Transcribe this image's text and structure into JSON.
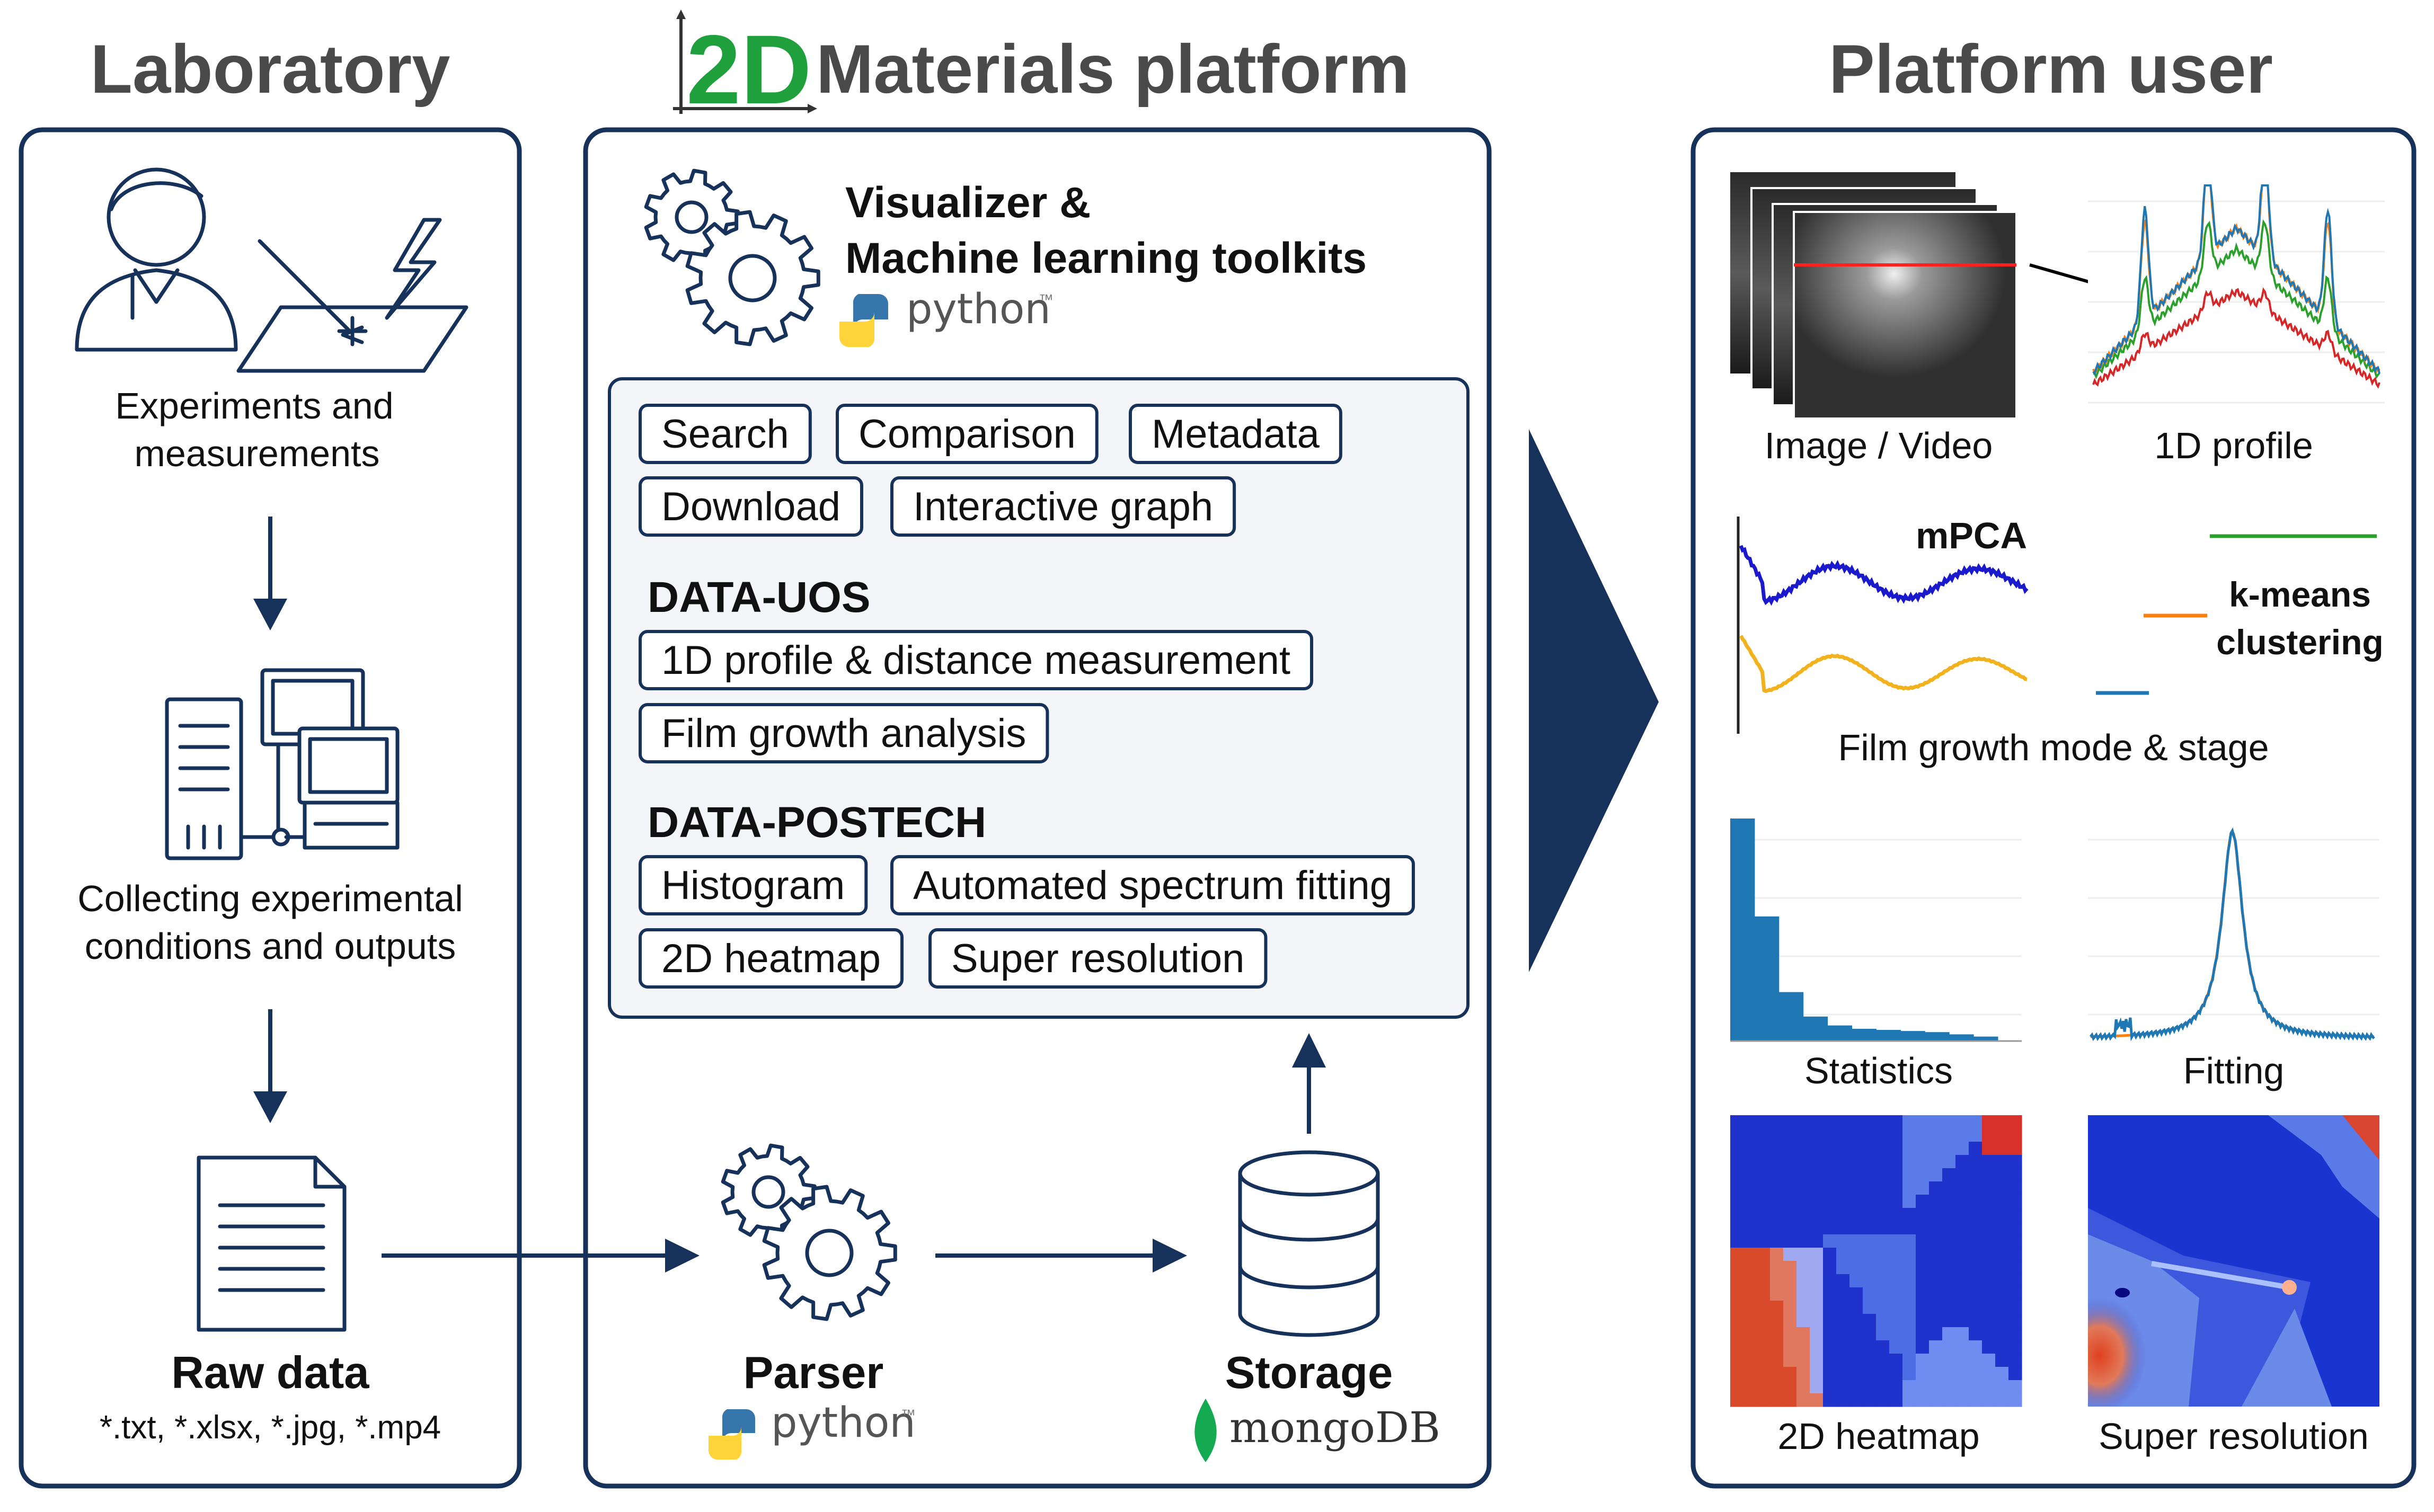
{
  "headers": {
    "laboratory": "Laboratory",
    "platform": "Materials platform",
    "platform_logo": "2D",
    "user": "Platform user"
  },
  "lab": {
    "experiments": [
      "Experiments and",
      "measurements"
    ],
    "collecting": [
      "Collecting experimental",
      "conditions and outputs"
    ],
    "raw_data": "Raw data",
    "extensions": "*.txt, *.xlsx, *.jpg, *.mp4"
  },
  "platform": {
    "toolkits": [
      "Visualizer &",
      "Machine learning toolkits"
    ],
    "python_label": "python",
    "buttons_row1": [
      "Search",
      "Comparison",
      "Metadata"
    ],
    "buttons_row2": [
      "Download",
      "Interactive graph"
    ],
    "section_uos": "DATA-UOS",
    "uos_buttons": [
      "1D profile & distance measurement",
      "Film growth analysis"
    ],
    "section_postech": "DATA-POSTECH",
    "postech_row1": [
      "Histogram",
      "Automated spectrum fitting"
    ],
    "postech_row2": [
      "2D heatmap",
      "Super resolution"
    ],
    "parser": "Parser",
    "storage": "Storage",
    "mongo_label": "mongoDB",
    "tm": "™",
    "reg": "."
  },
  "user": {
    "image_video": "Image / Video",
    "profile_1d": "1D profile",
    "mpca": "mPCA",
    "kmeans": [
      "k-means",
      "clustering"
    ],
    "film_growth": "Film growth mode & stage",
    "statistics": "Statistics",
    "fitting": "Fitting",
    "heatmap_2d": "2D heatmap",
    "super_res": "Super resolution"
  },
  "colors": {
    "navy": "#17325a",
    "header_gray": "#4a4a4a",
    "logo_green": "#1fa03c",
    "series_blue": "#1f77b4",
    "series_orange": "#ff7f0e",
    "series_green": "#2ca02c",
    "series_red": "#d62728",
    "mpca_blue": "#1a1acc",
    "mpca_yellow": "#f2b21e",
    "mongo_green": "#13aa52",
    "python_blue": "#3776ab",
    "python_yellow": "#ffd43b"
  }
}
